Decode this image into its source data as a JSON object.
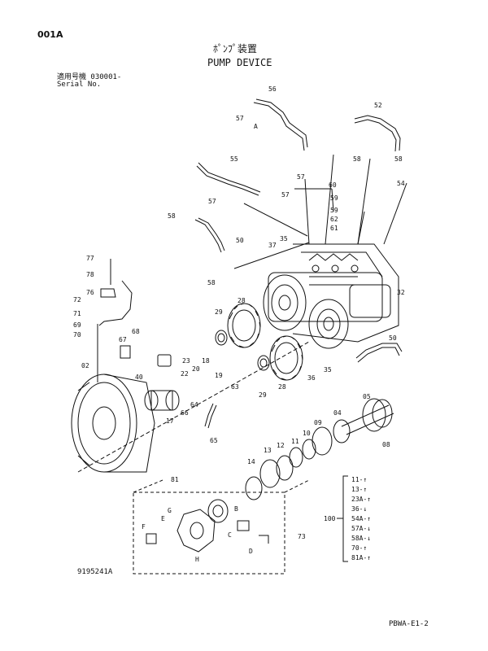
{
  "header": {
    "page_id": "001A",
    "title_jp": "ﾎﾟﾝﾌﾟ装置",
    "title_en": "PUMP DEVICE",
    "serial_jp": "適用号機  030001-",
    "serial_en": "Serial No."
  },
  "footer": {
    "drawing_no": "9195241A",
    "page_code": "PBWA-E1-2"
  },
  "callouts": {
    "c56": "56",
    "c52": "52",
    "c57a": "57",
    "c57b": "57",
    "c57c": "57",
    "c57d": "57",
    "c58a": "58",
    "c58b": "58",
    "c58c": "58",
    "c58d": "58",
    "c54": "54",
    "c55": "55",
    "c60": "60",
    "c59a": "59",
    "c59b": "59",
    "c62": "62",
    "c61": "61",
    "c50a": "50",
    "c50b": "50",
    "c37": "37",
    "c35a": "35",
    "c35b": "35",
    "c36": "36",
    "c32": "32",
    "c77": "77",
    "c78": "78",
    "c76": "76",
    "c72": "72",
    "c71": "71",
    "c69": "69",
    "c70": "70",
    "c67": "67",
    "c68": "68",
    "c29a": "29",
    "c29b": "29",
    "c28a": "28",
    "c28b": "28",
    "c02": "02",
    "c40": "40",
    "c23": "23",
    "c22": "22",
    "c20": "20",
    "c18": "18",
    "c19": "19",
    "c63": "63",
    "c17": "17",
    "c66": "66",
    "c64": "64",
    "c65": "65",
    "c81": "81",
    "c05": "05",
    "c04": "04",
    "c09": "09",
    "c10": "10",
    "c11": "11",
    "c12": "12",
    "c13": "13",
    "c14": "14",
    "c08": "08",
    "c73": "73",
    "c100": "100",
    "lA": "A",
    "lB": "B",
    "lC": "C",
    "lD": "D",
    "lE": "E",
    "lF": "F",
    "lG": "G",
    "lH": "H"
  },
  "kit_list": [
    "11-↑",
    "13-↑",
    "23A-↑",
    "36-↓",
    "54A-↑",
    "57A-↓",
    "58A-↓",
    "70-↑",
    "81A-↑"
  ]
}
